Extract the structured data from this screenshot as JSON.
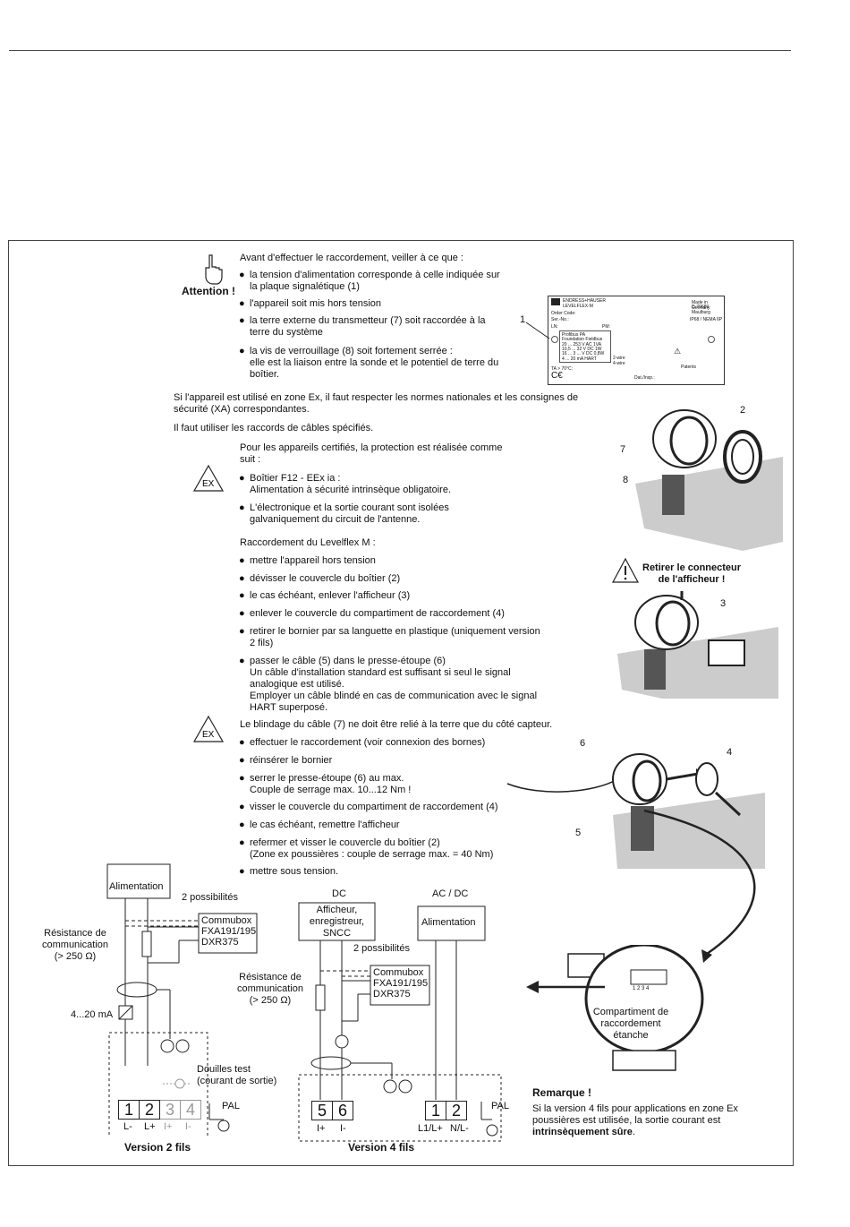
{
  "attention": {
    "label": "Attention !",
    "intro": "Avant d'effectuer le raccordement, veiller à ce que :",
    "items": [
      "la tension d'alimentation corresponde à celle indiquée sur\nla plaque signalétique (1)",
      "l'appareil soit mis hors tension",
      "la terre externe du transmetteur (7) soit raccordée à la\nterre du système",
      "la vis de verrouillage (8) soit fortement serrée :\nelle est la liaison entre la sonde et le potentiel de terre du\nboîtier."
    ]
  },
  "ex_zone_text": "Si l'appareil est utilisé en zone Ex, il faut respecter les normes nationales et les consignes de\nsécurité (XA) correspondantes.",
  "cables_text": "Il faut utiliser les raccords de câbles spécifiés.",
  "certified": {
    "ex_label": "EX",
    "intro": "Pour les appareils certifiés, la protection est réalisée comme\nsuit :",
    "items": [
      "Boîtier F12 - EEx ia :\nAlimentation à sécurité intrinsèque obligatoire.",
      "L'électronique et la sortie courant sont isolées\ngalvaniquement du circuit de l'antenne."
    ]
  },
  "connection": {
    "intro": "Raccordement du Levelflex M :",
    "items": [
      "mettre l'appareil hors tension",
      "dévisser le couvercle du boîtier (2)",
      "le cas échéant, enlever l'afficheur (3)",
      "enlever le couvercle du compartiment de raccordement (4)",
      "retirer le bornier par sa languette en plastique (uniquement version\n2 fils)",
      "passer le câble (5) dans le presse-étoupe (6)\nUn câble d'installation standard est suffisant si seul le signal\nanalogique est utilisé.\nEmployer un câble blindé en cas de communication avec le signal\nHART superposé."
    ],
    "shield_note": "Le blindage du câble (7) ne doit être relié à la terre que du côté capteur.",
    "items2": [
      "effectuer le raccordement (voir connexion des bornes)",
      "réinsérer le bornier",
      "serrer le presse-étoupe (6) au max.\nCouple de serrage max. 10...12 Nm !",
      "visser le couvercle du compartiment de raccordement (4)",
      "le cas échéant, remettre l'afficheur",
      "refermer et visser le couvercle du boîtier (2)\n(Zone ex poussières : couple de serrage max. = 40 Nm)",
      "mettre sous tension."
    ]
  },
  "nameplate": {
    "brand": "ENDRESS+HAUSER",
    "model": "LEVELFLEX-M",
    "made_in": "Made in Germany",
    "city": "D-79689 Maulburg",
    "order_code": "Order Code:",
    "ser_no": "Ser.-No.:",
    "ip": "IP68 / NEMA 6P",
    "ln": "LN:",
    "pm": "PM:",
    "lines": [
      "Profibus PA",
      "Foundation Fieldbus",
      "20 ... 253 V AC  1VA",
      "10,5 ... 32 V DC  1W",
      "16 ... 3 ... V DC 0,8W",
      "4 ... 20 mA HART"
    ],
    "wires": "2-wire\n4-wire",
    "ta": "TA > 70°C:",
    "dat": "Dat./Insp.:",
    "patents": "Patents",
    "callout": "1"
  },
  "figures": {
    "labels": [
      "2",
      "7",
      "8",
      "3",
      "6",
      "4",
      "5"
    ],
    "warning": "Retirer le connecteur\nde l'afficheur !",
    "compartment": "Compartiment de\nraccordement\nétanche",
    "terminal_nums": "1  2  3  4"
  },
  "diagram2": {
    "supply": "Alimentation",
    "possibilities": "2 possibilités",
    "commubox": [
      "Commubox",
      "FXA191/195",
      "DXR375"
    ],
    "resistance": "Résistance de\ncommunication\n(> 250 Ω)",
    "current": "4...20 mA",
    "test": "Douilles test\n(courant de sortie)",
    "terminals": [
      "1",
      "2",
      "3",
      "4"
    ],
    "terminal_labels": [
      "L-",
      "L+",
      "I+",
      "I-"
    ],
    "pal": "PAL",
    "caption": "Version 2 fils"
  },
  "diagram4": {
    "dc": "DC",
    "acdc": "AC / DC",
    "display": "Afficheur,\nenregistreur,\nSNCC",
    "supply": "Alimentation",
    "possibilities": "2 possibilités",
    "commubox": [
      "Commubox",
      "FXA191/195",
      "DXR375"
    ],
    "resistance": "Résistance de\ncommunication\n(> 250 Ω)",
    "terminals": [
      "5",
      "6",
      "1",
      "2"
    ],
    "terminal_labels": [
      "I+",
      "I-",
      "L1/L+",
      "N/L-"
    ],
    "pal": "PAL",
    "caption": "Version 4 fils"
  },
  "remark": {
    "title": "Remarque !",
    "text": "Si la version 4 fils pour applications en zone Ex\npoussières est utilisée, la sortie courant est",
    "bold": "intrinsèquement sûre",
    "end": "."
  }
}
